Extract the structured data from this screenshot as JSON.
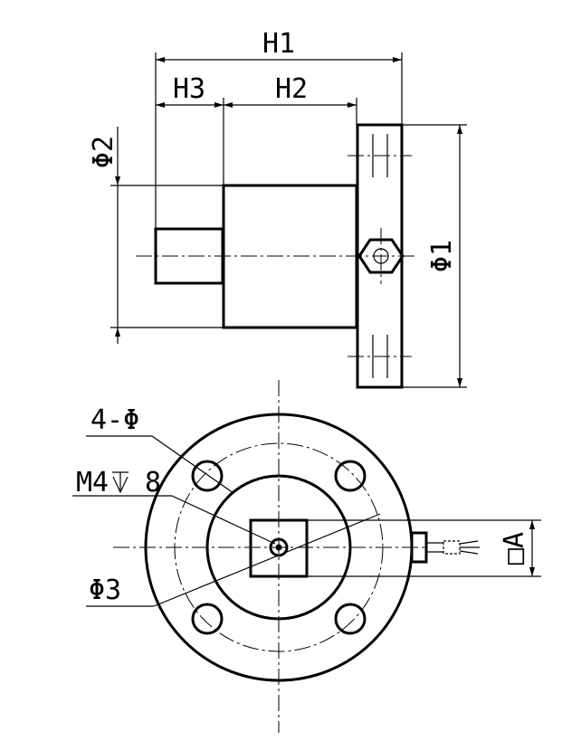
{
  "labels": {
    "h1": "H1",
    "h2": "H2",
    "h3": "H3",
    "phi1": "Φ1",
    "phi2": "Φ2",
    "phi3": "Φ3",
    "holes": "4-Φ",
    "thread": "M4",
    "thread_depth": "8",
    "square": "□A"
  }
}
